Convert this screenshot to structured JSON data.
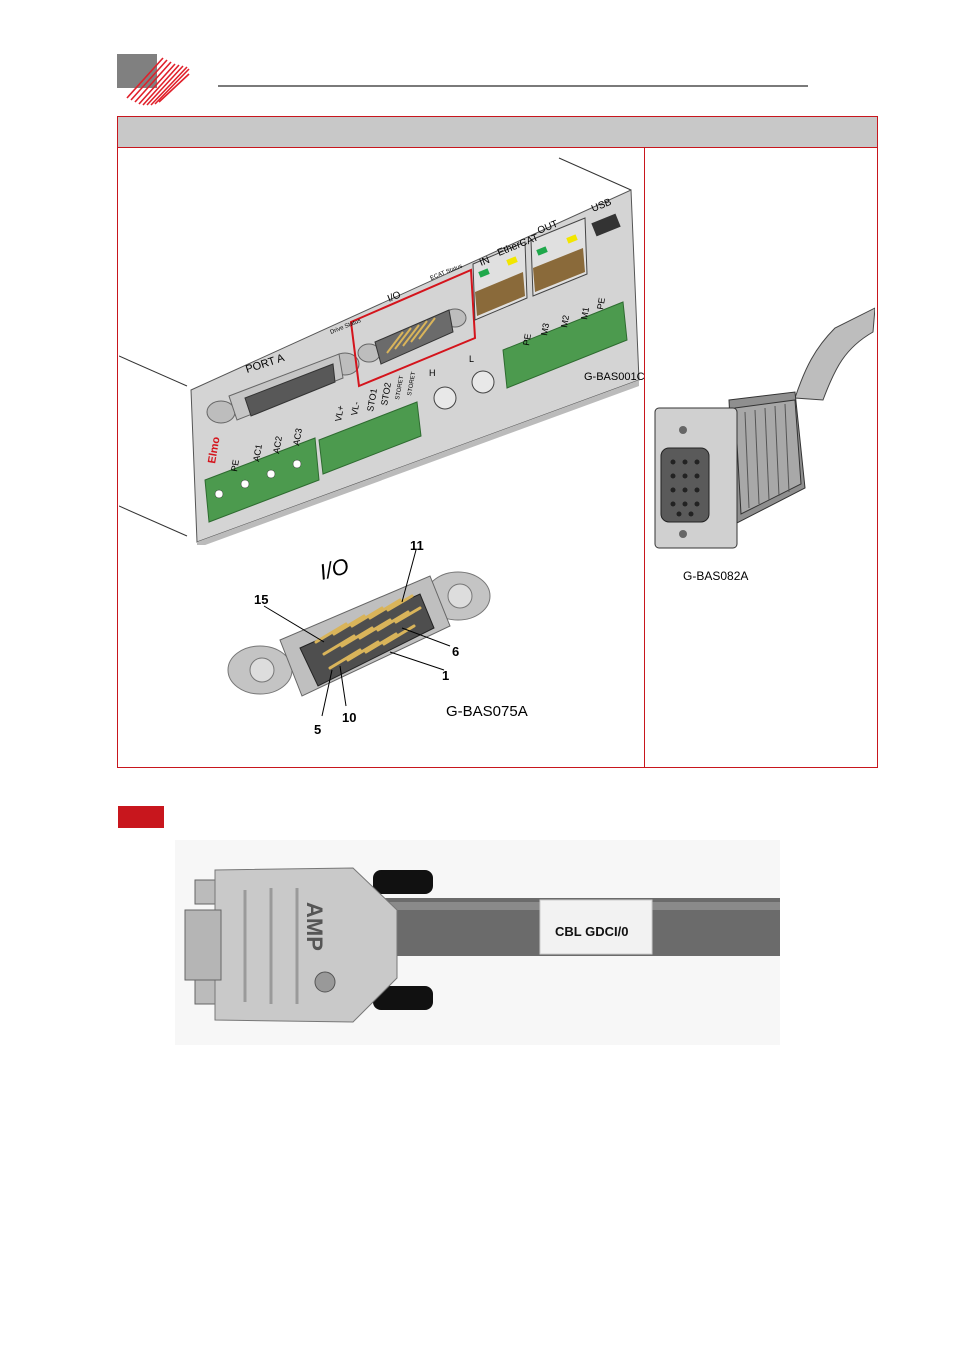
{
  "figures": {
    "drive_labels": {
      "port_a": "PORT A",
      "io": "I/O",
      "drive_status": "Drive Status",
      "ecat_status": "ECAT Status",
      "in": "IN",
      "ethercat": "EtherCAT",
      "out": "OUT",
      "usb": "USB",
      "h": "H",
      "l": "L",
      "brand": "Elmo",
      "left_terminals": [
        "PE",
        "AC1",
        "AC2",
        "AC3"
      ],
      "mid_terminals": [
        "VL+",
        "VL-",
        "STO1",
        "STO2",
        "STORET",
        "STORET"
      ],
      "right_terminals": [
        "PE",
        "M3",
        "M2",
        "M1",
        "PE"
      ]
    },
    "fig1_code": "G-BAS001C",
    "connector_labels": {
      "title": "I/O",
      "pin_15": "15",
      "pin_11": "11",
      "pin_6": "6",
      "pin_1": "1",
      "pin_5": "5",
      "pin_10": "10"
    },
    "fig2_code": "G-BAS075A",
    "fig3_code": "G-BAS082A"
  },
  "photo": {
    "brand_text": "AMP",
    "cable_label": "CBL GDCI/0"
  },
  "colors": {
    "accent_red": "#c8161d",
    "header_gray": "#c8c8c8",
    "terminal_green": "#4c9a4e",
    "led_green": "#1fa84b",
    "led_yellow": "#f2e600",
    "pin_gold": "#d9b45a"
  }
}
